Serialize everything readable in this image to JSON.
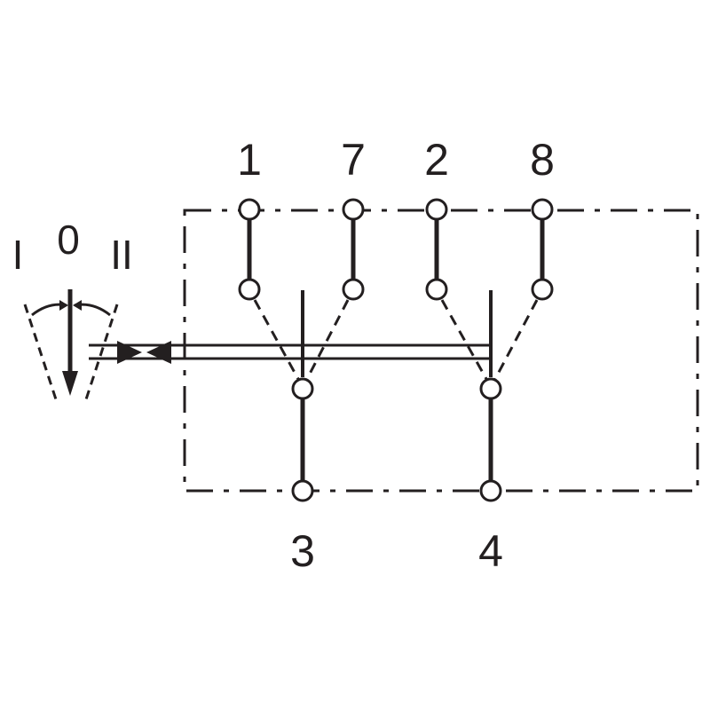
{
  "terminals": {
    "top": [
      "1",
      "7",
      "2",
      "8"
    ],
    "bottom": [
      "3",
      "4"
    ]
  },
  "positions": {
    "left": "I",
    "center": "0",
    "right": "II"
  },
  "colors": {
    "ink": "#231f20",
    "background": "#ffffff"
  }
}
